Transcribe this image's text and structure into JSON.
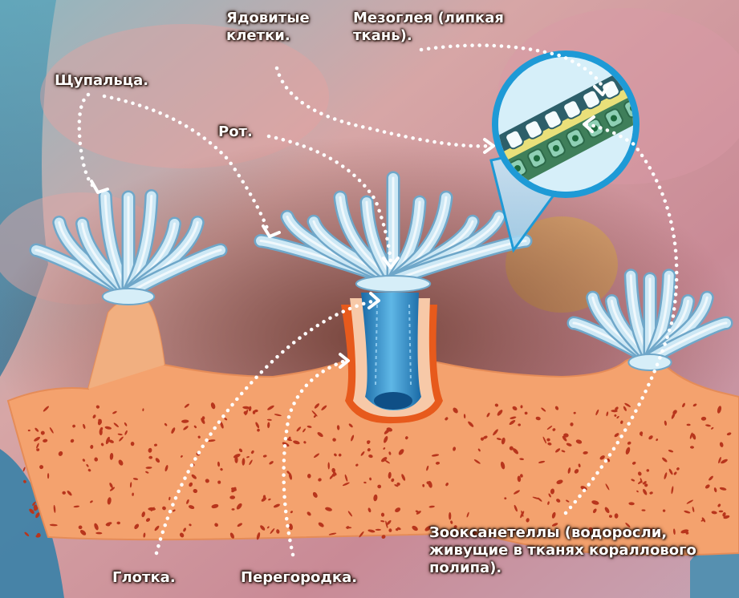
{
  "labels": {
    "poisonous_cells": "Ядовитые\nклетки.",
    "mesoglea": "Мезоглея (липкая\nткань).",
    "tentacles": "Щупальца.",
    "mouth": "Рот.",
    "pharynx": "Глотка.",
    "septum": "Перегородка.",
    "zooxanthellae": "Зооксанетеллы (водоросли,\nживущие в тканях кораллового\nполипа)."
  },
  "colors": {
    "tissue": "#f4a26e",
    "tissue_spots": "#b8351c",
    "polyp_tentacle": "#cde8f5",
    "pharynx_blue": "#2a8fc8",
    "magnifier_ring": "#1e9ad6",
    "pointer": "#ffffff"
  }
}
